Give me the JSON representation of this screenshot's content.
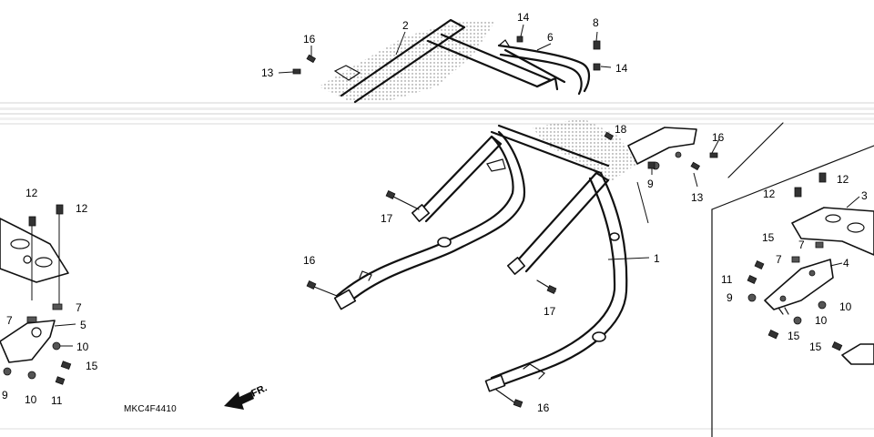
{
  "diagram_code": "MKC4F4410",
  "direction_label": "FR.",
  "callouts": {
    "c1": "1",
    "c2": "2",
    "c3": "3",
    "c4": "4",
    "c5": "5",
    "c6": "6",
    "c7a": "7",
    "c7b": "7",
    "c7c": "7",
    "c8": "8",
    "c9a": "9",
    "c9b": "9",
    "c9c": "9",
    "c10a": "10",
    "c10b": "10",
    "c10c": "10",
    "c10d": "10",
    "c11a": "11",
    "c11b": "11",
    "c12a": "12",
    "c12b": "12",
    "c12c": "12",
    "c12d": "12",
    "c13a": "13",
    "c13b": "13",
    "c14a": "14",
    "c14b": "14",
    "c15a": "15",
    "c15b": "15",
    "c15c": "15",
    "c15d": "15",
    "c16a": "16",
    "c16b": "16",
    "c16c": "16",
    "c16d": "16",
    "c17a": "17",
    "c17b": "17",
    "c18": "18"
  }
}
